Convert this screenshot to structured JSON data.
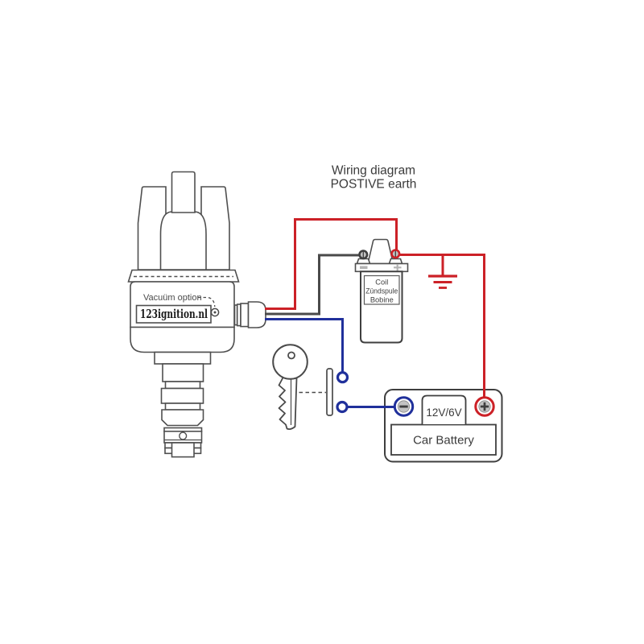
{
  "title": {
    "line1": "Wiring diagram",
    "line2": "POSTIVE earth"
  },
  "distributor": {
    "vacuum_label": "Vacuüm option",
    "brand_label": "123ignition.nl"
  },
  "coil": {
    "label_lines": [
      "Coil",
      "Zündspule",
      "Bobine"
    ],
    "terminal_negative_mark": "−",
    "terminal_positive_mark": "+"
  },
  "switch": {
    "type": "ignition key switch, contacts open"
  },
  "battery": {
    "voltage_label": "12V/6V",
    "name_label": "Car Battery",
    "negative_terminal_mark": "−",
    "positive_terminal_mark": "+"
  },
  "colors": {
    "wire_red": "#cc2127",
    "wire_blue": "#20309b",
    "wire_black": "#4a4a4a",
    "outline_gray": "#4f4f4f",
    "terminal_fill": "#c3c3c3"
  }
}
